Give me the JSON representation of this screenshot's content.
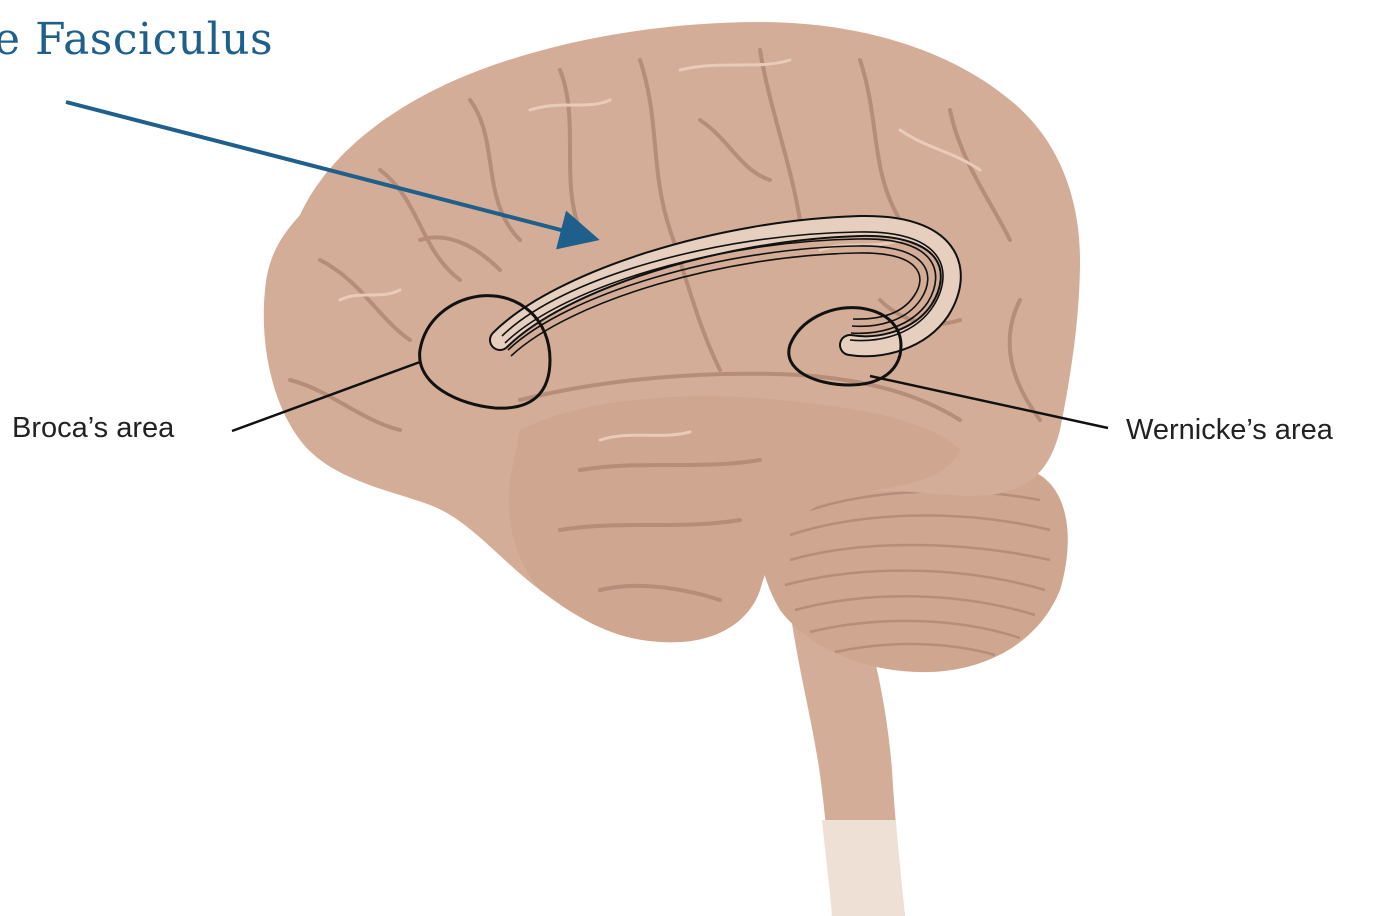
{
  "title": "e Fasciculus",
  "labels": {
    "broca": "Broca’s area",
    "wernicke": "Wernicke’s area"
  },
  "colors": {
    "brain": "#d3ad97",
    "brain_shadow": "#b58d78",
    "brain_highlight": "#e8cbb9",
    "fiber": "#e6cfbf",
    "outline": "#111111",
    "arrow": "#1f5f8b",
    "background": "#ffffff"
  }
}
